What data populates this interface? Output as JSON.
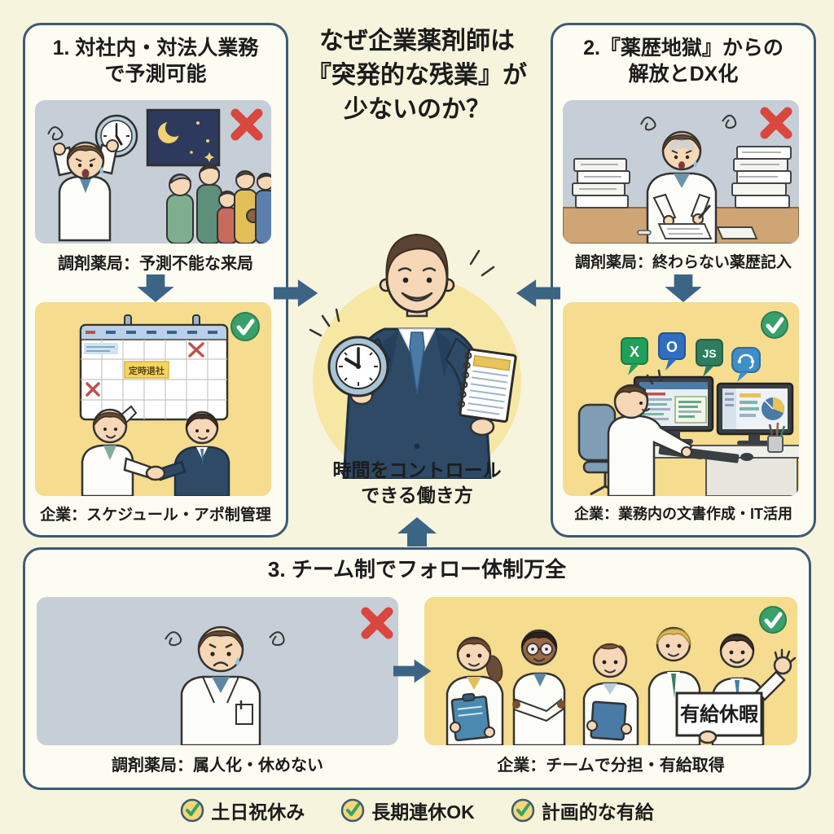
{
  "title": {
    "line1": "なぜ企業薬剤師は",
    "line2": "『突発的な残業』が",
    "line3": "少ないのか？"
  },
  "colors": {
    "background": "#f7f4dd",
    "box_border": "#3d5a74",
    "panel_gray": "#c6cfd7",
    "panel_yellow": "#f5dc8e",
    "arrow": "#3b6485",
    "cross_red": "#d9473f",
    "check_green": "#38a169",
    "center_circle": "#f7e7a5",
    "footer_check_fill": "#f2d878"
  },
  "box1": {
    "heading_line1": "1. 対社内・対法人業務",
    "heading_line2": "で予測可能",
    "bad_caption": "調剤薬局：予測不能な来局",
    "good_caption": "企業：スケジュール・アポ制管理",
    "calendar_note": "定時退社"
  },
  "box2": {
    "heading_line1": "2.『薬歴地獄』からの",
    "heading_line2": "解放とDX化",
    "bad_caption": "調剤薬局：終わらない薬歴記入",
    "good_caption": "企業：業務内の文書作成・IT活用",
    "icon_labels": {
      "excel": "X",
      "outlook": "O",
      "js": "JS"
    }
  },
  "center": {
    "caption_line1": "時間をコントロール",
    "caption_line2": "できる働き方"
  },
  "box3": {
    "heading": "3. チーム制でフォロー体制万全",
    "bad_caption": "調剤薬局：属人化・休めない",
    "good_caption": "企業：チームで分担・有給取得",
    "sign_text": "有給休暇"
  },
  "footer": {
    "items": [
      {
        "label": "土日祝休み"
      },
      {
        "label": "長期連休OK"
      },
      {
        "label": "計画的な有給"
      }
    ]
  },
  "icons": [
    "x-mark-icon",
    "check-circle-icon",
    "wall-clock-icon",
    "crescent-moon-icon",
    "calendar-icon",
    "excel-icon",
    "outlook-icon",
    "js-icon",
    "chat-headset-icon",
    "alarm-clock-icon",
    "notebook-icon",
    "paid-leave-sign"
  ]
}
